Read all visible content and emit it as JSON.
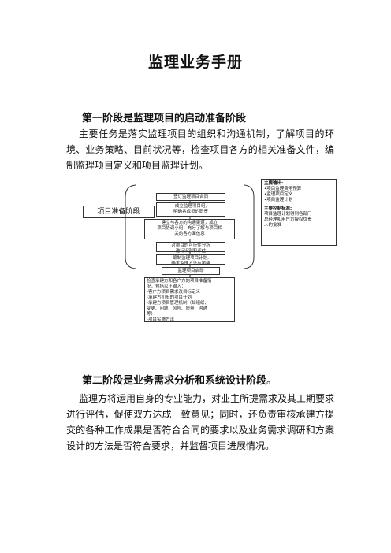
{
  "title": "监理业务手册",
  "stage1": {
    "heading": "第一阶段是监理项目的启动准备阶段",
    "body": "主要任务是落实监理项目的组织和沟通机制，了解项目的环境、业务策略、目前状况等，检查项目各方的相关准备文件，编制监理项目定义和项目监理计划。"
  },
  "diagram": {
    "stage_label": "项目准备阶段",
    "steps": [
      "签订监理项目合同",
      "成立监理项目组,\n明确各成员的职责",
      "建立与各方的沟通渠道，成立\n项目协调小组，充分了解与项目相\n关的各方面信息",
      "对项目的可行性分析\n进行识别和评估",
      "编制监理项目计划,\n确定监理方法与策略",
      "监理项目启动",
      "检查承建方和各户方的项目准备情\n况，包括以下输入：\n-客户方项目需求及目标定义\n-承建方初步的项目计划\n-承建方项目管理机制（如组织、\n变更、问题、风险、质量、沟通\n等）\n-项目实施方法"
    ],
    "side_heading1": "主要输出:",
    "side_outputs": "•项目监理费用预算\n•监理项目定义\n•项目监理计划",
    "side_heading2": "主要控制标准:",
    "side_controls": "项目监理计划得到各部门\n总经理和用户方授权负责\n人的批准"
  },
  "stage2": {
    "heading": "第二阶段是业务需求分析和系统设计阶段",
    "heading_suffix": "。",
    "body": "监理方将运用自身的专业能力，对业主所提需求及其工期要求进行评估，促使双方达成一致意见；同时，还负责审核承建方提交的各种工作成果是否符合合同的要求以及业务需求调研和方案设计的方法是否符合要求，并监督项目进展情况。"
  }
}
